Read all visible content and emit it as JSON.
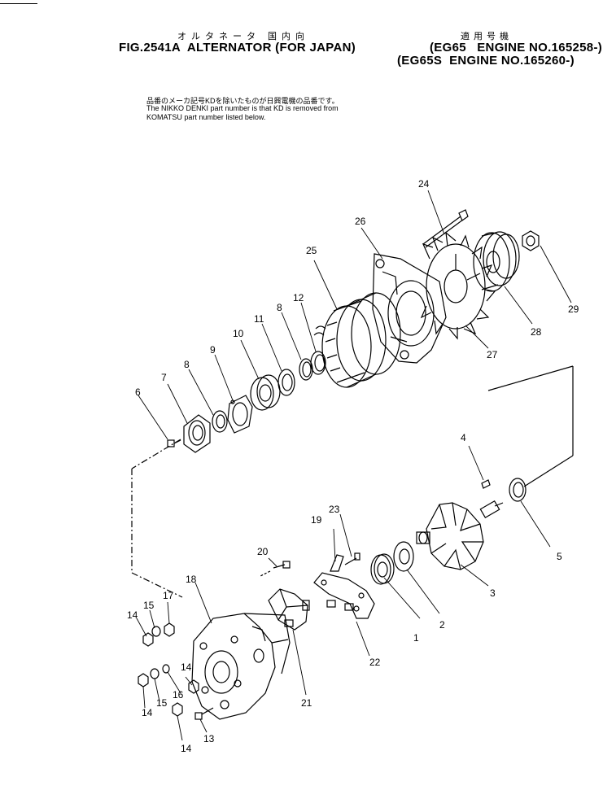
{
  "header": {
    "jp_title": "オルタネータ 国内向",
    "jp_applicable": "適用号機",
    "fig_title": "FIG.2541A  ALTERNATOR (FOR JAPAN)",
    "engine_line1": "(EG65   ENGINE NO.165258-)",
    "engine_line2": "(EG65S  ENGINE NO.165260-)"
  },
  "note": {
    "jp": "品番のメーカ記号KDを除いたものが日興電機の品番です。",
    "en_line1": "The NIKKO DENKI part number is that KD is removed from",
    "en_line2": "KOMATSU part number listed below."
  },
  "callouts": {
    "n1": "1",
    "n2": "2",
    "n3": "3",
    "n4": "4",
    "n5": "5",
    "n6": "6",
    "n7": "7",
    "n8a": "8",
    "n8b": "8",
    "n9": "9",
    "n10": "10",
    "n11": "11",
    "n12": "12",
    "n13": "13",
    "n14a": "14",
    "n14b": "14",
    "n14c": "14",
    "n14d": "14",
    "n15a": "15",
    "n15b": "15",
    "n16": "16",
    "n17": "17",
    "n18": "18",
    "n19": "19",
    "n20": "20",
    "n21": "21",
    "n22": "22",
    "n23": "23",
    "n24": "24",
    "n25": "25",
    "n26": "26",
    "n27": "27",
    "n28": "28",
    "n29": "29"
  }
}
